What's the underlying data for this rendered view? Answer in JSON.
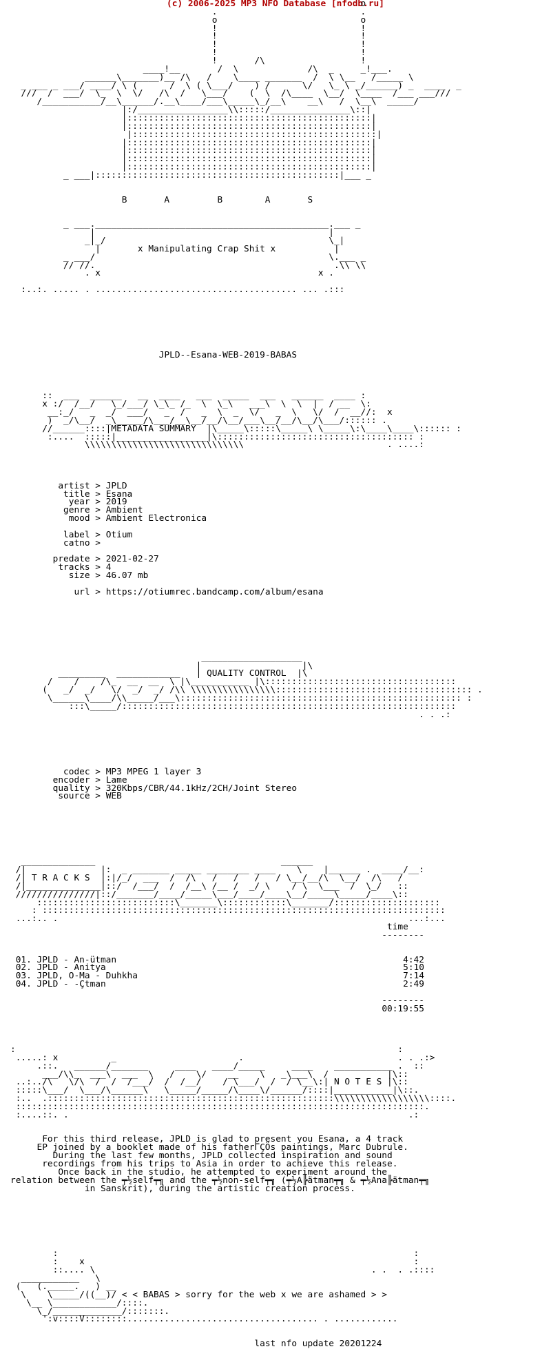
{
  "copyright": "(c) 2006-2025 MP3 NFO Database [nfodb.ru]",
  "nfo_lines": [
    "                                                                  o",
    "                                      .                           .",
    "                                      o                           o",
    "                                      !                           !",
    "                                      !                           !",
    "                                      !                           !",
    "                                      !                           !",
    "                                      !       /\\                  !",
    "                         ____!__       /  \\             /\\  _     _!___.",
    "              ______\\_______)__ /\\   /    \\____ _______  /  \\ \\__   /_____ \\",
    "  _ ___ _ ___/ ____/ \\ (      /  \\ ( \\___/    ) /      \\/   \\_ \\ _/______) _  ____  _",
    "  ///  /  ___/  \\_  \\  \\/   /\\  /   \\___/    (  \\  /\\____  \\__/  \\____  /___ ___///",
    "     /___________/__\\______/.__\\____/___\\_____\\_/__\\    __\\   /  \\__\\  _____/",
    "                     |:/_________________\\\\:::::/_______________\\::|",
    "                     |::::::::::::::::::::::::::::::::::::::::::::::|",
    "                     |::::::::::::::::::::::::::::::::::::::::::::::|",
    "                      |::::::::::::::::::::::::::::::::::::::::::::::|",
    "                     |::::::::::::::::::::::::::::::::::::::::::::::|",
    "                     |::::::::::::::::::::::::::::::::::::::::::::::|",
    "                     |::::::::::::::::::::::::::::::::::::::::::::::|",
    "                     |::::::::::::::::::::::::::::::::::::::::::::::|",
    "          _ ___|::::::::::::::::::::::::::::::::::::::::::::::|___ _",
    "",
    "",
    "                     B       A         B        A       S",
    "",
    "",
    "          _ ___.____________________________________________.___ _",
    "               |                                            |",
    "              _|_/                                          \\_|",
    "                |       x Manipulating Crap Shit x           |",
    "          _ ___/                                            \\.___ _",
    "          // //.                                             .\\\\ \\\\",
    "              . x                                         x .",
    "",
    "  :..:. ..... . ...................................... ... .:::"
  ],
  "release_name": "JPLD--Esana-WEB-2019-BABAS",
  "metadata_header": "METADATA SUMMARY",
  "metadata": [
    {
      "key": "artist",
      "value": "JPLD"
    },
    {
      "key": "title",
      "value": "Esana"
    },
    {
      "key": "year",
      "value": "2019"
    },
    {
      "key": "genre",
      "value": "Ambient"
    },
    {
      "key": "mood",
      "value": "Ambient Electronica"
    },
    {
      "key": "",
      "value": ""
    },
    {
      "key": "label",
      "value": "Otium"
    },
    {
      "key": "catno",
      "value": ""
    },
    {
      "key": "",
      "value": ""
    },
    {
      "key": "predate",
      "value": "2021-02-27"
    },
    {
      "key": "tracks",
      "value": "4"
    },
    {
      "key": "size",
      "value": "46.07 mb"
    },
    {
      "key": "",
      "value": ""
    },
    {
      "key": "url",
      "value": "https://otiumrec.bandcamp.com/album/esana"
    }
  ],
  "quality_header": "QUALITY CONTROL",
  "quality": [
    {
      "key": "codec",
      "value": "MP3 MPEG 1 layer 3"
    },
    {
      "key": "encoder",
      "value": "Lame"
    },
    {
      "key": "quality",
      "value": "320Kbps/CBR/44.1kHz/2CH/Joint Stereo"
    },
    {
      "key": "source",
      "value": "WEB"
    }
  ],
  "tracks_header": "T R A C K S",
  "time_label": "time",
  "tracks": [
    {
      "title": "01. JPLD - An-ütman",
      "time": "4:42"
    },
    {
      "title": "02. JPLD - Anitya",
      "time": "5:10"
    },
    {
      "title": "03. JPLD, O-Ma - Duhkha",
      "time": "7:14"
    },
    {
      "title": "04. JPLD - -Çtman",
      "time": "2:49"
    }
  ],
  "total_time": "00:19:55",
  "notes_header": "N O T E S",
  "notes_lines": [
    "For this third release, JPLD is glad to present you Esana, a 4 track",
    "EP joined by a booklet made of his fatherΓÇÖs paintings, Marc Dubrule.",
    "During the last few months, JPLD collected inspiration and sound",
    "recordings from his trips to Asia in order to achieve this release.",
    "Once back in the studio, he attempted to experiment around the",
    "relation between the ╤½self╤╗ and the ╤½non-self╤╗ (╤½A╠ätman╤╗ & ╤½Ana╠ätman╤╗",
    "in Sanskrit), during the artistic creation process."
  ],
  "footer_message": "< < BABAS > sorry for the web x we are ashamed > >",
  "last_update": "last nfo update 20201224"
}
